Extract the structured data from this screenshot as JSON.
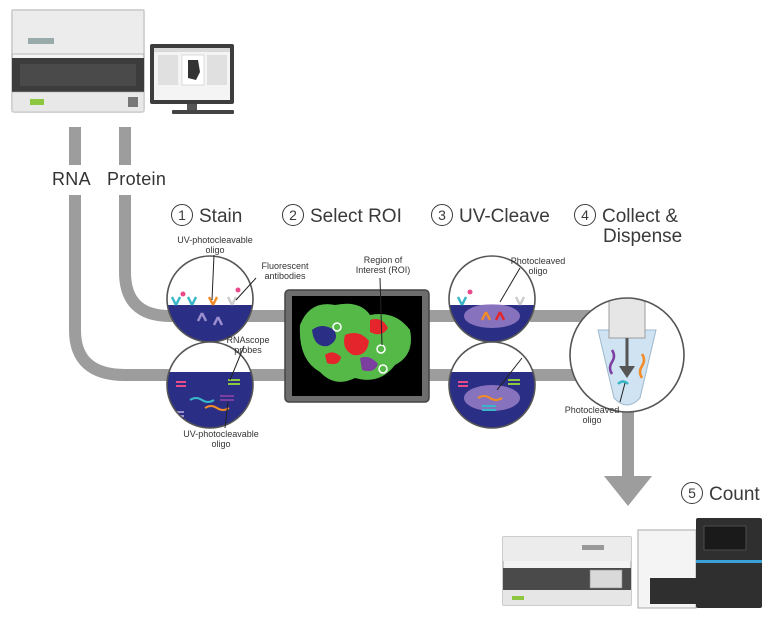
{
  "tracks": {
    "rna": "RNA",
    "protein": "Protein"
  },
  "steps": [
    {
      "num": "1",
      "label": "Stain"
    },
    {
      "num": "2",
      "label": "Select ROI"
    },
    {
      "num": "3",
      "label": "UV-Cleave"
    },
    {
      "num": "4",
      "label": "Collect &",
      "label2": "Dispense"
    },
    {
      "num": "5",
      "label": "Count"
    }
  ],
  "annotations": {
    "uv_oligo_top": "UV-photocleavable oligo",
    "fluor_antibodies": "Fluorescent antibodies",
    "rnascope": "RNAscope probes",
    "uv_oligo_bottom": "UV-photocleavable oligo",
    "roi": "Region of Interest (ROI)",
    "photocleaved_top": "Photocleaved oligo",
    "photocleaved_tube": "Photocleaved oligo"
  },
  "colors": {
    "pipe": "#9d9d9d",
    "tissue": "#2a2e85",
    "roi_green": "#55b948",
    "roi_red": "#e4262c",
    "roi_purple": "#7b3fa0",
    "device_green": "#8dc63f"
  }
}
